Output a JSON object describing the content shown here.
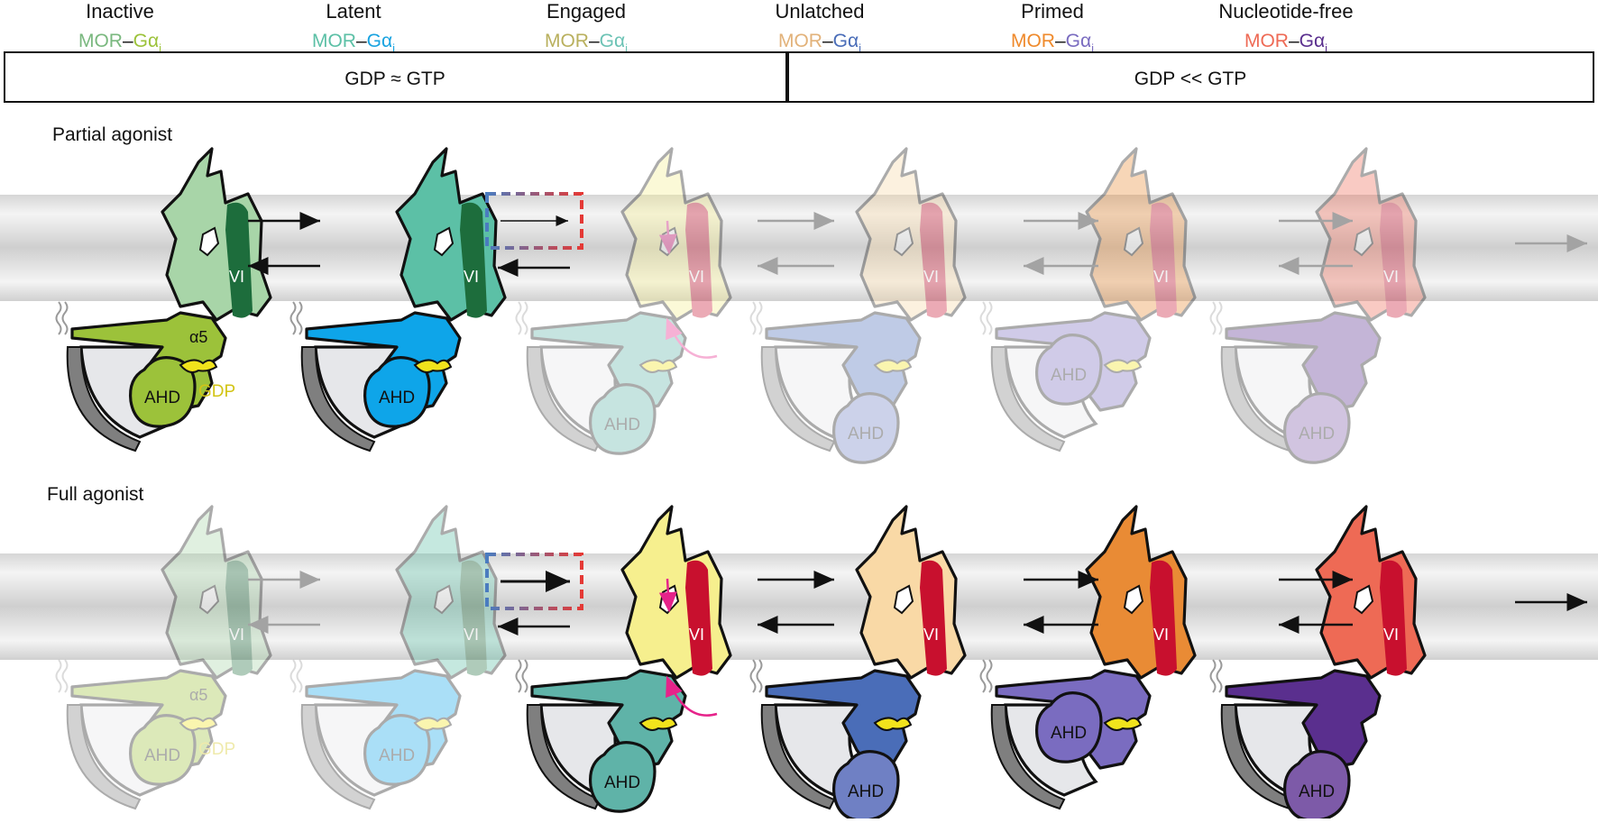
{
  "states": [
    {
      "name": "Inactive",
      "mor_color": "#7ab87f",
      "ga_color": "#9cc23a"
    },
    {
      "name": "Latent",
      "mor_color": "#5cc0a6",
      "ga_color": "#19a3e0"
    },
    {
      "name": "Engaged",
      "mor_color": "#b9b05e",
      "ga_color": "#6cc3b5"
    },
    {
      "name": "Unlatched",
      "mor_color": "#e2b27a",
      "ga_color": "#4a6db8"
    },
    {
      "name": "Primed",
      "mor_color": "#ef8a2c",
      "ga_color": "#7a6cc0"
    },
    {
      "name": "Nucleotide-free",
      "mor_color": "#ee6a55",
      "ga_color": "#5a2f8e"
    }
  ],
  "complex_label": {
    "mor": "MOR",
    "dash": "–",
    "ga": "Gα",
    "sub": "i"
  },
  "nucleotide_boxes": [
    "GDP ≈ GTP",
    "GDP << GTP"
  ],
  "rows": [
    {
      "label": "Partial agonist"
    },
    {
      "label": "Full agonist"
    }
  ],
  "structure_labels": {
    "tm": "VI",
    "alpha5": "α5",
    "ahd": "AHD",
    "gdp": "GDP"
  },
  "colors": {
    "inactive_tm": "#a8d5a8",
    "inactive_tm6": "#1d6d3c",
    "inactive_ras": "#9cc23a",
    "latent_tm": "#5cc0a6",
    "latent_tm6": "#1d6d3c",
    "latent_ras": "#0ea5e9",
    "engaged_tm": "#f6ef8e",
    "engaged_tm6": "#c8102e",
    "engaged_ras": "#5fb3a8",
    "unlatched_tm": "#f9d9a6",
    "unlatched_tm6": "#c8102e",
    "unlatched_ras": "#4a6db8",
    "primed_tm": "#e98b35",
    "primed_tm6": "#c8102e",
    "primed_ras": "#7a6cc0",
    "nfree_tm": "#ee6a55",
    "nfree_tm6": "#c8102e",
    "nfree_ras": "#5a2f8e",
    "gdp": "#f1e31c",
    "magenta": "#e6238a",
    "membrane": "#dadada"
  }
}
